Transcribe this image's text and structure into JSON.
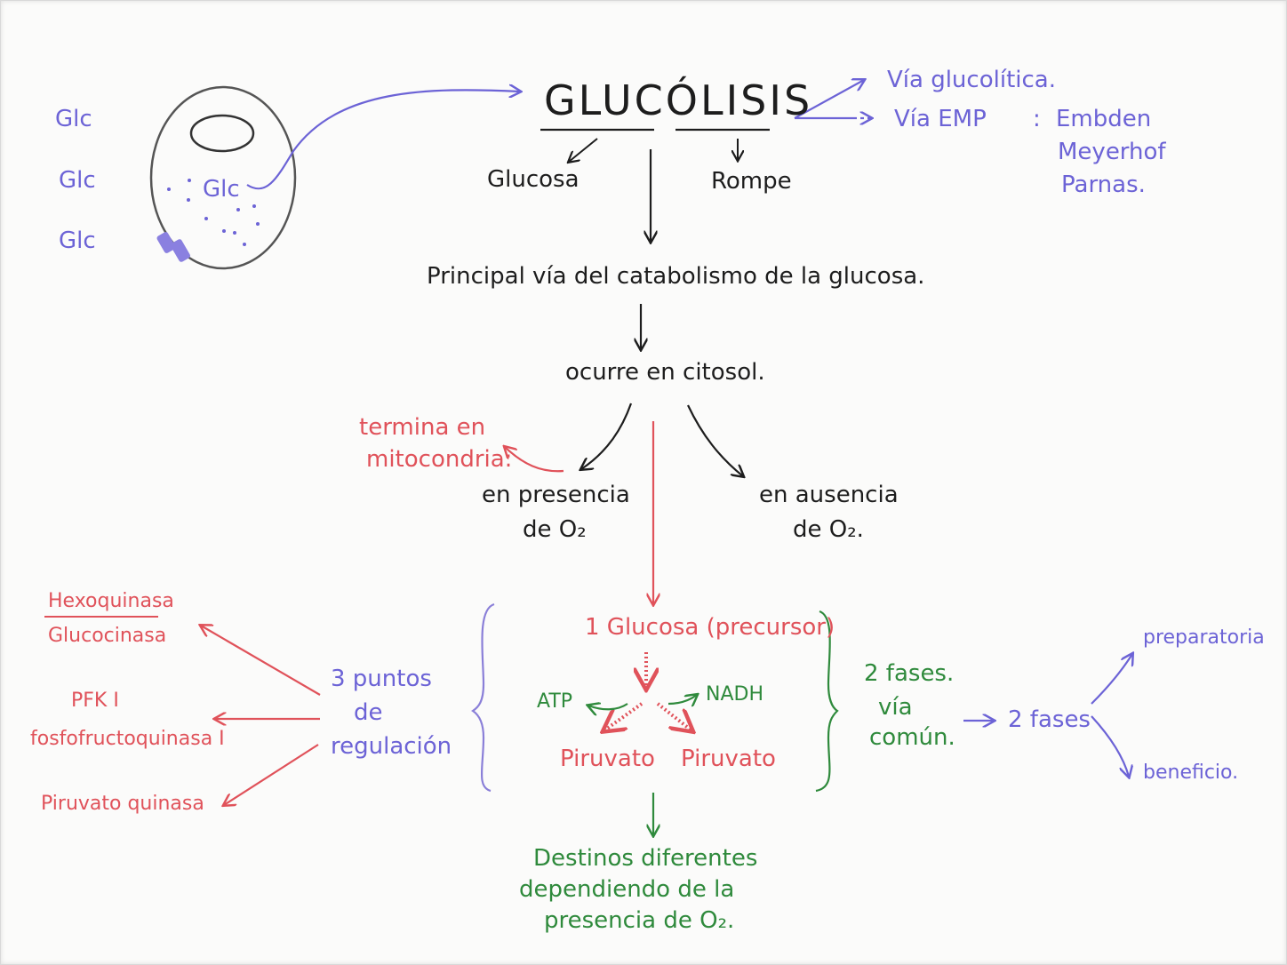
{
  "title": "GLUCÓLISIS",
  "etymology": {
    "left": "Glucosa",
    "right": "Rompe"
  },
  "synonyms": {
    "line1": "Vía glucolítica.",
    "line2": "Vía EMP",
    "colon": ":",
    "names": [
      "Embden",
      "Meyerhof",
      "Parnas."
    ]
  },
  "cell": {
    "outside": [
      "Glc",
      "Glc",
      "Glc"
    ],
    "inside": "Glc"
  },
  "definition": "Principal vía del catabolismo de la glucosa.",
  "location": "ocurre en citosol.",
  "oxygen": {
    "note": [
      "termina en",
      "mitocondria:"
    ],
    "present": [
      "en presencia",
      "de O₂"
    ],
    "absent": [
      "en ausencia",
      "de O₂."
    ]
  },
  "regulation": {
    "label": [
      "3 puntos",
      "de",
      "regulación"
    ],
    "enzymes": {
      "e1_top": "Hexoquinasa",
      "e1_bottom": "Glucocinasa",
      "e2_top": "PFK I",
      "e2_bottom": "fosfofructoquinasa I",
      "e3": "Piruvato quinasa"
    }
  },
  "pathway": {
    "precursor": "1 Glucosa (precursor)",
    "atp": "ATP",
    "nadh": "NADH",
    "product_left": "Piruvato",
    "product_right": "Piruvato"
  },
  "phases": {
    "common": [
      "2 fases.",
      "vía",
      "común."
    ],
    "two": "2 fases",
    "prep": "preparatoria",
    "benefit": "beneficio."
  },
  "destiny": [
    "Destinos diferentes",
    "dependiendo de la",
    "presencia de O₂."
  ],
  "colors": {
    "black": "#1d1d1d",
    "blue": "#6c63d6",
    "red": "#e0525a",
    "green": "#2f8a3c"
  }
}
